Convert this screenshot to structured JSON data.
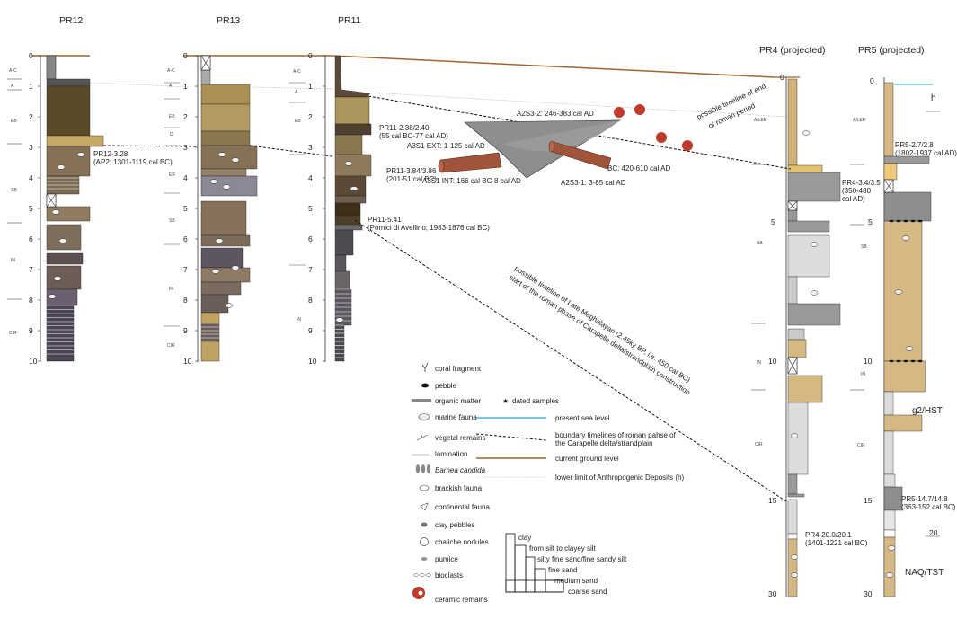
{
  "columns": [
    {
      "name": "PR12"
    },
    {
      "name": "PR13"
    },
    {
      "name": "PR11"
    },
    {
      "name": "PR4 (projected)"
    },
    {
      "name": "PR5 (projected)"
    }
  ],
  "depth_ticks_short": [
    "0",
    "1",
    "2",
    "3",
    "4",
    "5",
    "6",
    "7",
    "8",
    "9",
    "10"
  ],
  "depth_ticks_long": [
    "0",
    "5",
    "10",
    "15",
    "30"
  ],
  "pr5_extra_tick": "20",
  "units": {
    "pr12": [
      "A-C",
      "A",
      "EB",
      "SB",
      "IN",
      "CIR"
    ],
    "pr13": [
      "A-C",
      "A",
      "EB",
      "D",
      "ER",
      "SB",
      "IN",
      "CIR"
    ],
    "pr11": [
      "A-C",
      "A",
      "EB",
      "IN"
    ],
    "pr4": [
      "A/LEE",
      "SB",
      "IN",
      "CIR"
    ],
    "pr5": [
      "A/LEE",
      "SB",
      "IN",
      "CIR"
    ]
  },
  "samples": {
    "pr12_a": "PR12-3.28",
    "pr12_b": "(AP2; 1301-1119 cal BC)",
    "pr11_1a": "PR11-2.38/2.40",
    "pr11_1b": "(55 cal BC-77 cal AD)",
    "pr11_2a": "PR11-3.84/3.86",
    "pr11_2b": "(201-51 cal BC)",
    "pr11_3a": "PR11-5.41",
    "pr11_3b": "(Pomici di Avellino; 1983-1876 cal BC)",
    "pr4_1a": "PR4-3.4/3.5",
    "pr4_1b": "(350-480",
    "pr4_1c": "cal AD)",
    "pr4_2a": "PR4-20.0/20.1",
    "pr4_2b": "(1401-1221 cal BC)",
    "pr5_1a": "PR5-2.7/2.8",
    "pr5_1b": "(1802-1937 cal AD)",
    "pr5_2a": "PR5-14.7/14.8",
    "pr5_2b": "(363-152 cal BC)"
  },
  "excavation": {
    "a2s3_2": "A2S3-2: 246-383 cal AD",
    "a3s1_ext": "A3S1 EXT: 1-125 cal AD",
    "a3s1_int": "A3S1 INT: 166 cal BC-8 cal AD",
    "a2s3_1": "A2S3-1: 3-85 cal AD",
    "bc": "BC: 420-610 cal AD"
  },
  "timelines": {
    "roman_end_1": "possible timeline of end",
    "roman_end_2": "of roman period",
    "meghalayan_1": "possible timeline of Late Meghalayan (2.45ky BP, i.e. 450 cal BC)",
    "meghalayan_2": "start of the roman phase of Carapelle delta/strandplain construction"
  },
  "right_labels": {
    "h": "h",
    "g2": "g2/HST",
    "naq": "NAQ/TST"
  },
  "legend": {
    "coral": "coral fragment",
    "pebble": "pebble",
    "organic": "organic matter",
    "marine": "marine fauna",
    "vegetal": "vegetal remains",
    "lamination": "lamination",
    "barnea": "Barnea candida",
    "brackish": "brackish fauna",
    "continental": "continental fauna",
    "clay_pebbles": "clay pebbles",
    "caliche": "chaliche nodules",
    "pumice": "pumice",
    "bioclasts": "bioclasts",
    "ceramic": "ceramic remains",
    "dated": "dated samples",
    "sea_level": "present sea level",
    "boundary_1": "boundary timelines of roman pahse of",
    "boundary_2": "the Carapelle delta/strandplain",
    "ground": "current ground level",
    "lower_limit": "lower limit of Anthropogenic Deposits (h)"
  },
  "grain_scale": [
    "clay",
    "from silt to clayey silt",
    "silty fine sand/fine sandy silt",
    "fine sand",
    "medium sand",
    "coarse sand"
  ],
  "colors": {
    "sea": "#4fb7e6",
    "ground": "#a0652a",
    "ceramic": "#c0392b",
    "wood": "#a0553a"
  }
}
